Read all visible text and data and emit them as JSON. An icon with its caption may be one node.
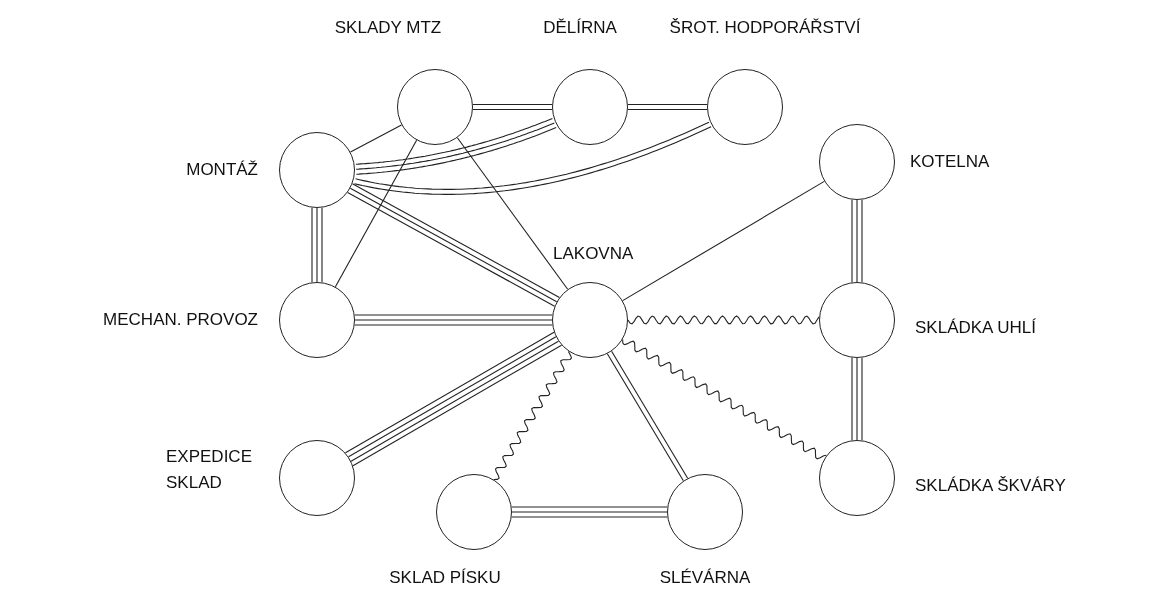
{
  "diagram": {
    "nodes": [
      {
        "text": [
          "SKLADY MTZ"
        ]
      },
      {
        "text": [
          "DĚLÍRNA"
        ]
      },
      {
        "text": [
          "ŠROT. HODPORÁŘSTVÍ"
        ]
      },
      {
        "text": [
          "MONTÁŽ"
        ]
      },
      {
        "text": [
          "KOTELNA"
        ]
      },
      {
        "text": [
          "MECHAN. PROVOZ"
        ]
      },
      {
        "text": [
          "LAKOVNA"
        ]
      },
      {
        "text": [
          "SKLÁDKA UHLÍ"
        ]
      },
      {
        "text": [
          "EXPEDICE SKLAD"
        ]
      },
      {
        "text": [
          "SKLÁDKA ŠKVÁRY"
        ]
      },
      {
        "text": [
          "SKLAD PÍSKU"
        ]
      },
      {
        "text": [
          "SLÉVÁRNA"
        ]
      }
    ],
    "edges": [
      {
        "from": 0,
        "to": 1,
        "arrow": "none"
      },
      {
        "from": 1,
        "to": 2,
        "arrow": "none"
      },
      {
        "from": 3,
        "to": 0,
        "arrow": "none"
      },
      {
        "from": 3,
        "to": 1,
        "arrow": "none"
      },
      {
        "from": 3,
        "to": 2,
        "arrow": "none"
      },
      {
        "from": 0,
        "to": 5,
        "arrow": "none"
      },
      {
        "from": 0,
        "to": 6,
        "arrow": "none"
      },
      {
        "from": 3,
        "to": 6,
        "arrow": "none"
      },
      {
        "from": 3,
        "to": 5,
        "arrow": "none"
      },
      {
        "from": 5,
        "to": 6,
        "arrow": "none"
      },
      {
        "from": 6,
        "to": 4,
        "arrow": "none"
      },
      {
        "from": 4,
        "to": 7,
        "arrow": "none"
      },
      {
        "from": 7,
        "to": 9,
        "arrow": "none"
      },
      {
        "from": 6,
        "to": 7,
        "arrow": "none"
      },
      {
        "from": 6,
        "to": 9,
        "arrow": "none"
      },
      {
        "from": 8,
        "to": 6,
        "arrow": "none"
      },
      {
        "from": 10,
        "to": 6,
        "arrow": "none"
      },
      {
        "from": 6,
        "to": 11,
        "arrow": "none"
      },
      {
        "from": 10,
        "to": 11,
        "arrow": "none"
      }
    ]
  }
}
